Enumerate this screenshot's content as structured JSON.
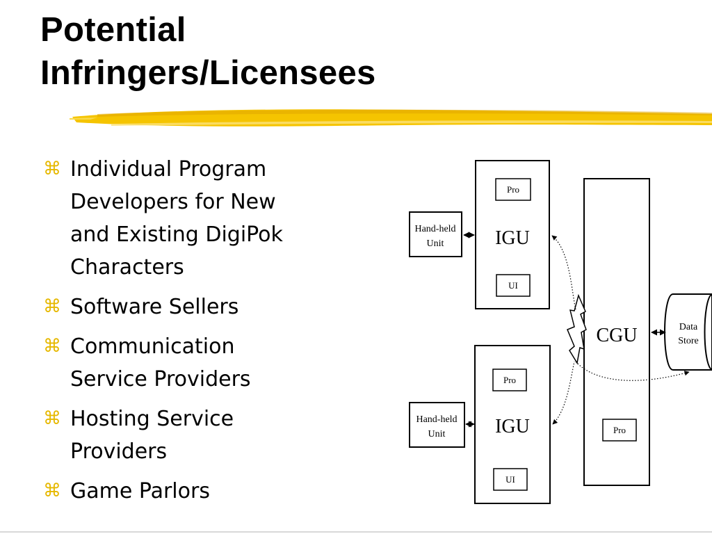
{
  "slide": {
    "title_lines": [
      "Potential",
      "Infringers/Licensees"
    ],
    "bullet_marker": "⌘",
    "bullets": [
      {
        "lines": [
          "Individual Program",
          "Developers for New",
          "and Existing DigiPok",
          "Characters"
        ]
      },
      {
        "lines": [
          "Software Sellers"
        ]
      },
      {
        "lines": [
          "Communication",
          "Service Providers"
        ]
      },
      {
        "lines": [
          "Hosting Service",
          "Providers"
        ]
      },
      {
        "lines": [
          "Game Parlors"
        ]
      }
    ],
    "accent_color": "#f5c400"
  },
  "diagram": {
    "igu_top": {
      "label": "IGU",
      "pro": "Pro",
      "ui": "UI"
    },
    "igu_bottom": {
      "label": "IGU",
      "pro": "Pro",
      "ui": "UI"
    },
    "handheld_top": {
      "line1": "Hand-held",
      "line2": "Unit"
    },
    "handheld_bottom": {
      "line1": "Hand-held",
      "line2": "Unit"
    },
    "cgu": {
      "label": "CGU",
      "pro": "Pro"
    },
    "data_store": {
      "line1": "Data",
      "line2": "Store"
    }
  }
}
